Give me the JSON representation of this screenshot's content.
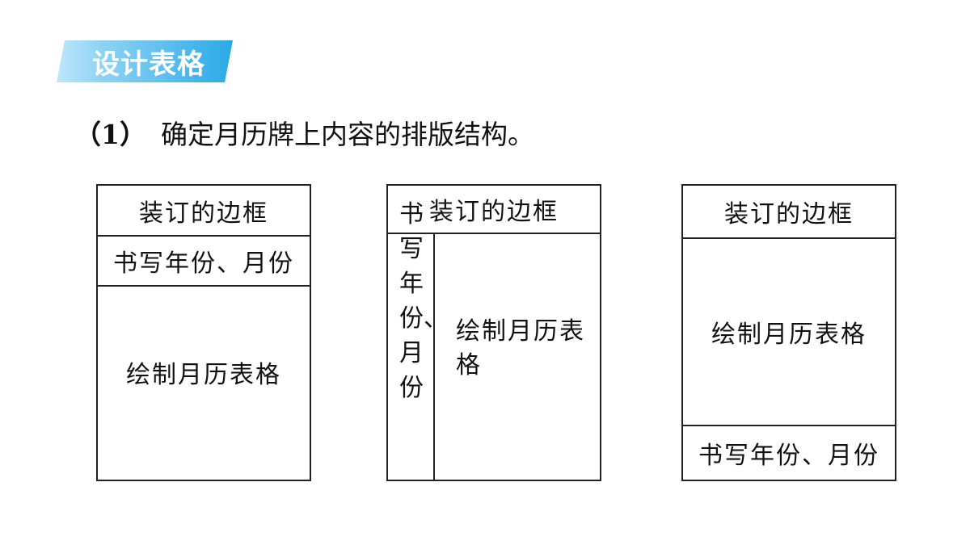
{
  "badge": {
    "label": "设计表格",
    "colors": {
      "fill_left": "#8fd3f4",
      "fill_right": "#2aa9e6"
    }
  },
  "heading": {
    "number": "（1）",
    "text": "确定月历牌上内容的排版结构。"
  },
  "layouts": [
    {
      "border_label": "装订的边框",
      "year_month_label": "书写年份、月份",
      "calendar_label": "绘制月历表格"
    },
    {
      "border_label": "装订的边框",
      "year_month_label": "书写年份、月份",
      "calendar_label": "绘制月历表格"
    },
    {
      "border_label": "装订的边框",
      "calendar_label": "绘制月历表格",
      "year_month_label": "书写年份、月份"
    }
  ]
}
